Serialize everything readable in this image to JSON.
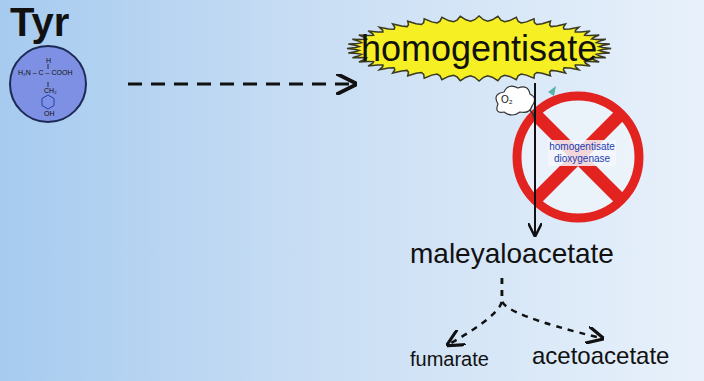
{
  "diagram": {
    "nodes": [
      {
        "text": [
          "Tyr",
          "H",
          "H₂N – C – COOH",
          "CH₂",
          "OH"
        ]
      },
      {
        "text": [
          "homogentisate"
        ]
      },
      {
        "text": [
          "maleyaloacetate"
        ]
      },
      {
        "text": [
          "fumarate"
        ]
      },
      {
        "text": [
          "acetoacetate"
        ]
      }
    ],
    "edges": [
      {
        "from": 0,
        "to": 1,
        "arrow": "to"
      },
      {
        "from": 1,
        "to": 2,
        "arrow": "to"
      },
      {
        "from": 2,
        "to": 3,
        "arrow": "to"
      },
      {
        "from": 2,
        "to": 4,
        "arrow": "to"
      }
    ],
    "labels": [
      "O₂",
      "homogentisate dioxygenase"
    ]
  }
}
